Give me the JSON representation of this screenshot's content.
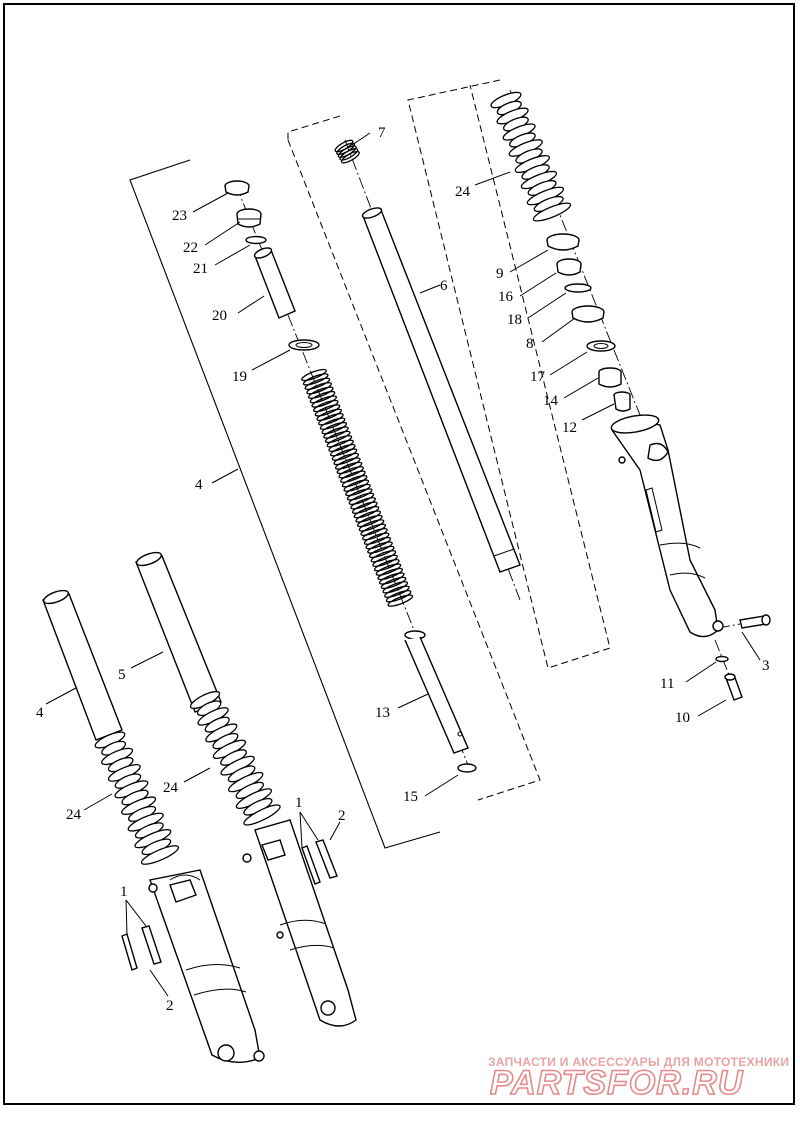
{
  "diagram": {
    "callouts": [
      {
        "id": "c7",
        "text": "7"
      },
      {
        "id": "c24a",
        "text": "24"
      },
      {
        "id": "c23",
        "text": "23"
      },
      {
        "id": "c22",
        "text": "22"
      },
      {
        "id": "c21",
        "text": "21"
      },
      {
        "id": "c9",
        "text": "9"
      },
      {
        "id": "c16",
        "text": "16"
      },
      {
        "id": "c18",
        "text": "18"
      },
      {
        "id": "c6",
        "text": "6"
      },
      {
        "id": "c20",
        "text": "20"
      },
      {
        "id": "c8",
        "text": "8"
      },
      {
        "id": "c19",
        "text": "19"
      },
      {
        "id": "c17",
        "text": "17"
      },
      {
        "id": "c14",
        "text": "14"
      },
      {
        "id": "c12",
        "text": "12"
      },
      {
        "id": "c4a",
        "text": "4"
      },
      {
        "id": "c3",
        "text": "3"
      },
      {
        "id": "c5",
        "text": "5"
      },
      {
        "id": "c11",
        "text": "11"
      },
      {
        "id": "c4b",
        "text": "4"
      },
      {
        "id": "c13",
        "text": "13"
      },
      {
        "id": "c10",
        "text": "10"
      },
      {
        "id": "c24b",
        "text": "24"
      },
      {
        "id": "c15",
        "text": "15"
      },
      {
        "id": "c1a",
        "text": "1"
      },
      {
        "id": "c2a",
        "text": "2"
      },
      {
        "id": "c24c",
        "text": "24"
      },
      {
        "id": "c1b",
        "text": "1"
      },
      {
        "id": "c2b",
        "text": "2"
      }
    ]
  },
  "watermark": {
    "tagline": "ЗАПЧАСТИ И АКСЕССУАРЫ ДЛЯ МОТОТЕХНИКИ",
    "brand": "PARTSFOR.RU"
  }
}
